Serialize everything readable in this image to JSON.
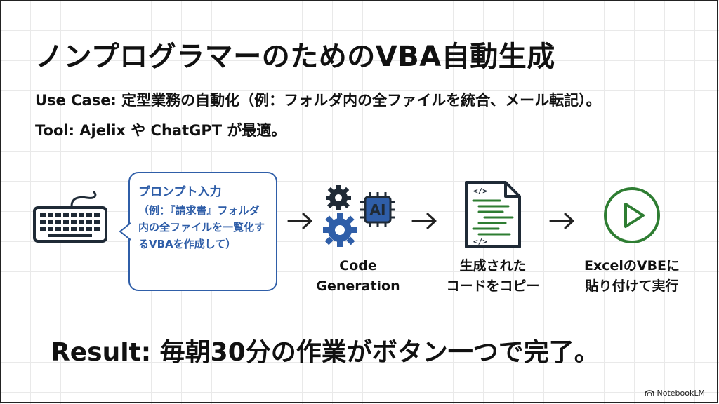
{
  "title": "ノンプログラマーのためのVBA自動生成",
  "use_case_line": "Use Case: 定型業務の自動化（例：フォルダ内の全ファイルを統合、メール転記）。",
  "tool_line": "Tool: Ajelix や ChatGPT が最適。",
  "flow": {
    "prompt_title": "プロンプト入力",
    "prompt_body": "（例：『請求書』フォルダ内の全ファイルを一覧化するVBAを作成して）",
    "ai_chip_label": "AI",
    "step2_line1": "Code",
    "step2_line2": "Generation",
    "step3_line1": "生成された",
    "step3_line2": "コードをコピー",
    "step4_line1": "ExcelのVBEに",
    "step4_line2": "貼り付けて実行"
  },
  "result_line": "Result: 毎朝30分の作業がボタン一つで完了。",
  "brand": "NotebookLM",
  "colors": {
    "accent_blue": "#2f5ea8",
    "icon_dark": "#1f2a36",
    "doc_green": "#2e7d32"
  },
  "icons": [
    "keyboard-icon",
    "gears-icon",
    "ai-chip-icon",
    "code-document-icon",
    "play-icon"
  ]
}
